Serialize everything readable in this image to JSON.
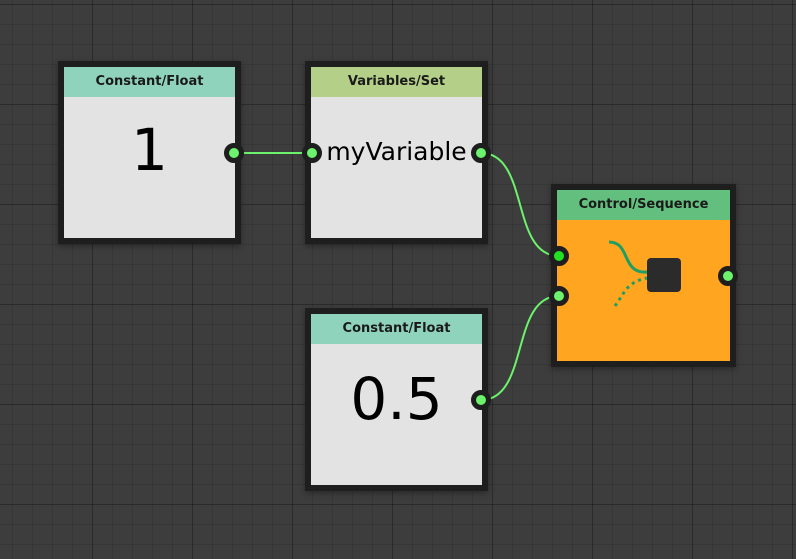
{
  "canvas": {
    "background": "#3d3d3d"
  },
  "nodes": {
    "constant_float_1": {
      "title": "Constant/Float",
      "header_color": "#8fd3bd",
      "value": "1"
    },
    "variables_set": {
      "title": "Variables/Set",
      "header_color": "#b3cf88",
      "value": "myVariable"
    },
    "control_sequence": {
      "title": "Control/Sequence",
      "header_color": "#63bf7e",
      "body_color": "#ffa51f",
      "icon": "sequence-icon"
    },
    "constant_float_2": {
      "title": "Constant/Float",
      "header_color": "#8fd3bd",
      "value": "0.5"
    }
  },
  "colors": {
    "wire": "#6cf26c",
    "port": "#6cf26c",
    "port_active": "#22e022",
    "node_border": "#1e1e1e",
    "node_body": "#e3e3e3"
  }
}
